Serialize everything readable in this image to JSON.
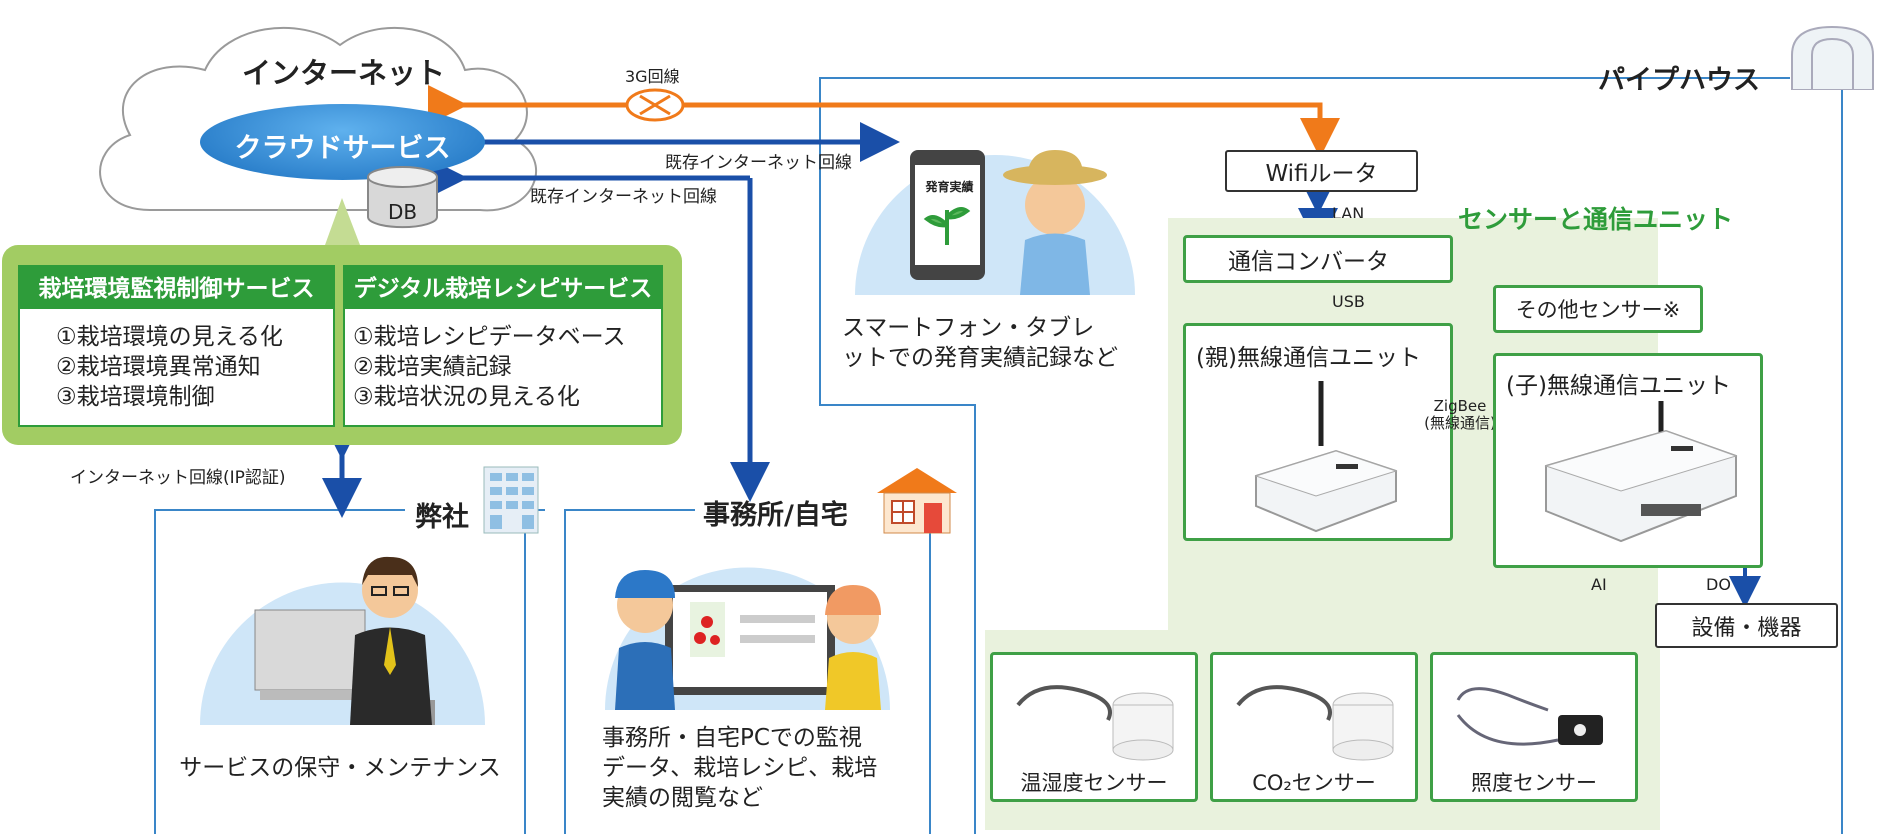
{
  "internet": {
    "title": "インターネット",
    "cloud_service": "クラウドサービス",
    "db": "DB"
  },
  "lines": {
    "threeg": "3G回線",
    "existing1": "既存インターネット回線",
    "existing2": "既存インターネット回線",
    "internet_ip": "インターネット回線(IP認証)",
    "lan": "LAN",
    "usb": "USB",
    "zigbee_1": "ZigBee",
    "zigbee_2": "(無線通信)",
    "ai": "AI",
    "do": "DO"
  },
  "services": {
    "left": {
      "header": "栽培環境監視制御サービス",
      "items": [
        "①栽培環境の見える化",
        "②栽培環境異常通知",
        "③栽培環境制御"
      ]
    },
    "right": {
      "header": "デジタル栽培レシピサービス",
      "items": [
        "①栽培レシピデータベース",
        "②栽培実績記録",
        "③栽培状況の見える化"
      ]
    }
  },
  "company": {
    "title": "弊社",
    "caption": "サービスの保守・メンテナンス"
  },
  "office": {
    "title": "事務所/自宅",
    "caption": [
      "事務所・自宅PCでの監視",
      "データ、栽培レシピ、栽培",
      "実績の閲覧など"
    ]
  },
  "smartphone": {
    "screen_label": "発育実績",
    "caption": [
      "スマートフォン・タブレ",
      "ットでの発育実績記録など"
    ]
  },
  "pipehouse": {
    "title": "パイプハウス",
    "router": "Wifiルータ",
    "sensor_unit_title": "センサーと通信ユニット",
    "converter": "通信コンバータ",
    "other_sensor": "その他センサー※",
    "parent_unit": "(親)無線通信ユニット",
    "child_unit": "(子)無線通信ユニット",
    "equipment": "設備・機器",
    "sensors": [
      "温湿度センサー",
      "CO₂センサー",
      "照度センサー"
    ]
  },
  "colors": {
    "green": "#2e9c3a",
    "light_green": "#e9f2dd",
    "blue": "#1a4fa8",
    "orange": "#f07a1a",
    "line_blue": "#3a86c8",
    "sky": "#cfe6f8"
  }
}
